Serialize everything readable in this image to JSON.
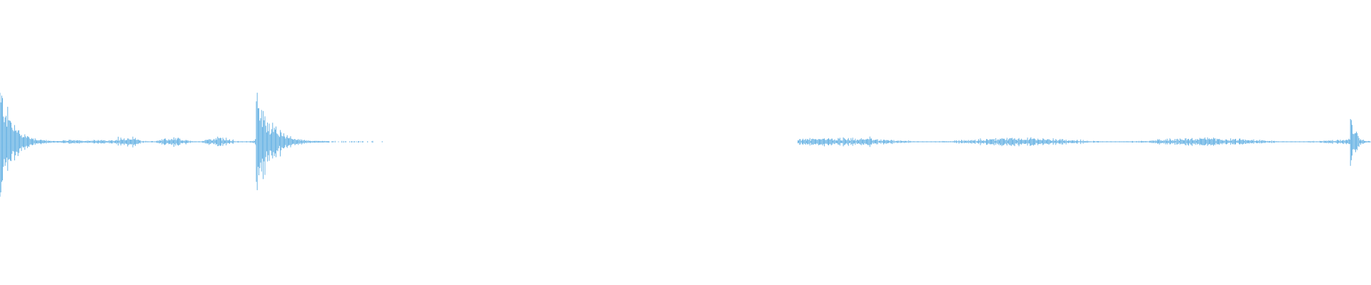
{
  "waveform": {
    "color": "#5dade2",
    "background": "#ffffff",
    "channels": 1,
    "regions": [
      {
        "type": "transient",
        "start": 0.0,
        "end": 0.046,
        "peak": 0.51
      },
      {
        "type": "quiet-noise",
        "start": 0.046,
        "end": 0.085,
        "peak": 0.015
      },
      {
        "type": "noise",
        "start": 0.085,
        "end": 0.187,
        "peak": 0.04
      },
      {
        "type": "transient",
        "start": 0.187,
        "end": 0.24,
        "peak": 0.49
      },
      {
        "type": "sparse-tail",
        "start": 0.24,
        "end": 0.28,
        "peak": 0.008
      },
      {
        "type": "silence",
        "start": 0.28,
        "end": 0.582,
        "peak": 0.0
      },
      {
        "type": "noise",
        "start": 0.582,
        "end": 0.985,
        "peak": 0.035
      },
      {
        "type": "transient",
        "start": 0.985,
        "end": 1.0,
        "peak": 0.34
      }
    ]
  }
}
